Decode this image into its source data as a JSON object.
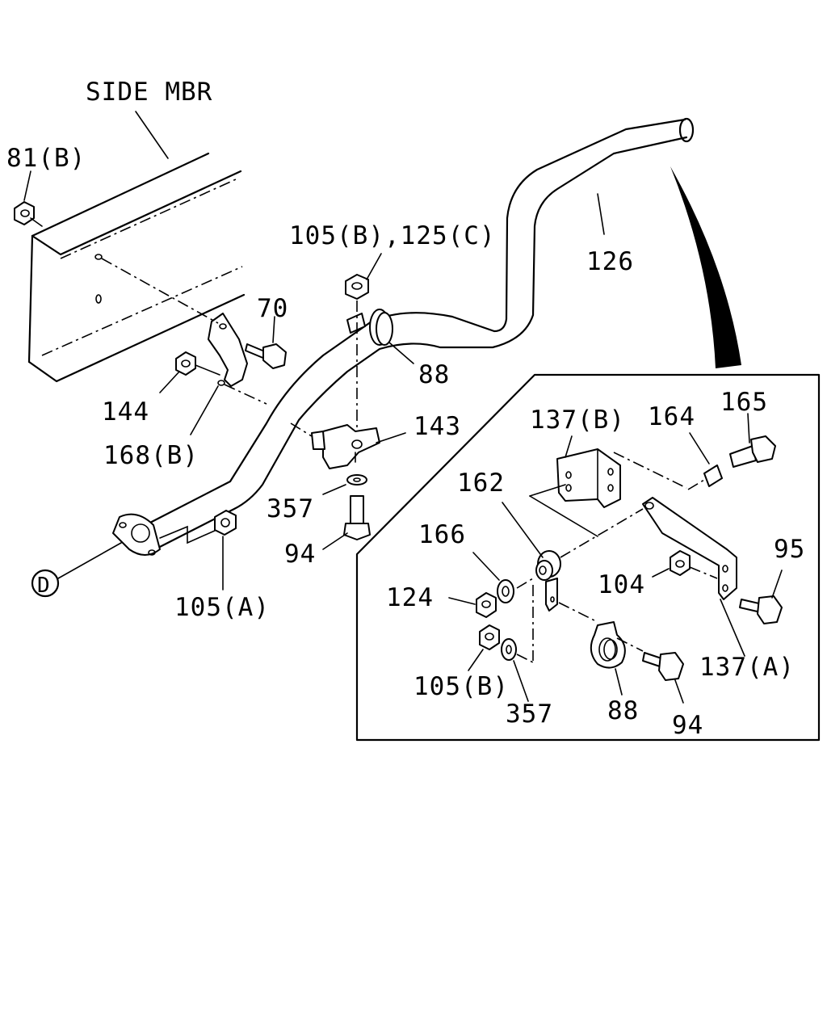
{
  "labels": {
    "side_mbr": "SIDE MBR",
    "l81b": "81(B)",
    "l105b_125c": "105(B),125(C)",
    "l126": "126",
    "l70": "70",
    "l88_top": "88",
    "l144": "144",
    "l143": "143",
    "l168b": "168(B)",
    "l357_left": "357",
    "l94_left": "94",
    "l105a": "105(A)",
    "lD": "D",
    "l137b": "137(B)",
    "l164": "164",
    "l165": "165",
    "l162": "162",
    "l166": "166",
    "l95": "95",
    "l124": "124",
    "l104": "104",
    "l105b_inset": "105(B)",
    "l357_inset": "357",
    "l88_inset": "88",
    "l94_inset": "94",
    "l137a": "137(A)"
  }
}
